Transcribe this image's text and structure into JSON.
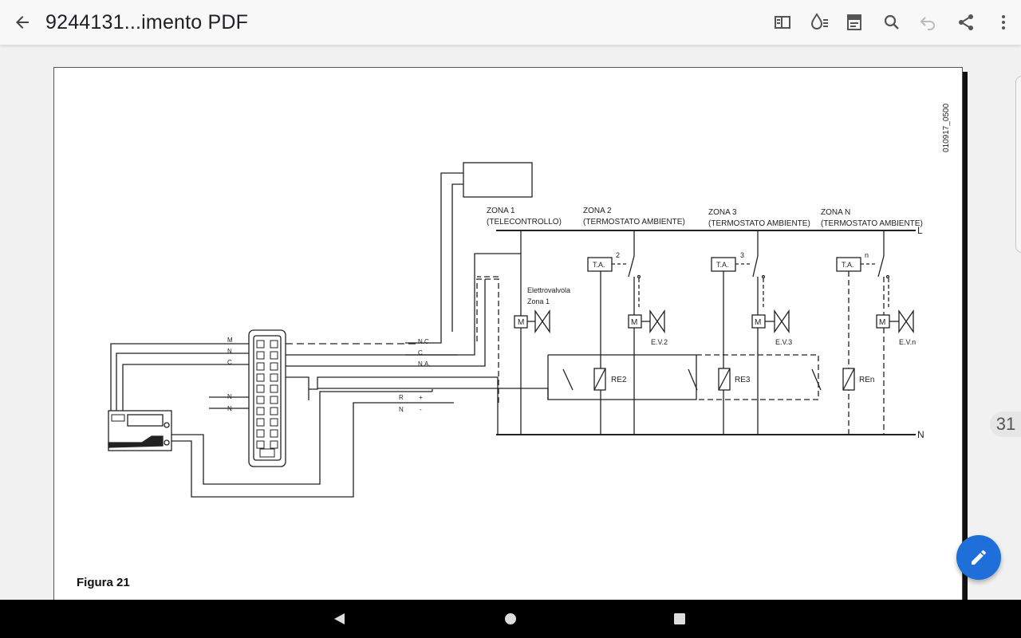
{
  "appbar": {
    "title": "9244131...imento PDF",
    "icons": [
      "arrow-left-icon",
      "sidebar-icon",
      "ink-drop-icon",
      "reading-mode-icon",
      "search-icon",
      "undo-icon",
      "share-icon",
      "more-vert-icon"
    ]
  },
  "document": {
    "code": "010917_0500",
    "caption": "Figura 21",
    "zones": [
      {
        "name": "ZONA 1",
        "desc": "(TELECONTROLLO)"
      },
      {
        "name": "ZONA 2",
        "desc": "(TERMOSTATO AMBIENTE)"
      },
      {
        "name": "ZONA 3",
        "desc": "(TERMOSTATO AMBIENTE)"
      },
      {
        "name": "ZONA N",
        "desc": "(TERMOSTATO AMBIENTE)"
      }
    ],
    "valve_label": [
      "Elettrovalvola",
      "Zona 1"
    ],
    "line_L": "L",
    "line_N": "N",
    "ta_label": "T.A.",
    "motor_label": "M",
    "zone_numbers": [
      "2",
      "3",
      "n"
    ],
    "ev_labels": [
      "E.V.2",
      "E.V.3",
      "E.V.n"
    ],
    "relay_labels": [
      "RE2",
      "RE3",
      "REn"
    ],
    "terminal_left": [
      "M",
      "N",
      "C",
      "N",
      "N"
    ],
    "terminal_right": [
      "N.C",
      "C",
      "N.A.",
      "R",
      "N",
      "+",
      "-"
    ]
  },
  "page_indicator": "31",
  "colors": {
    "fab": "#1e6fd9",
    "appbar": "#f8f8f8",
    "navbar": "#000000"
  }
}
